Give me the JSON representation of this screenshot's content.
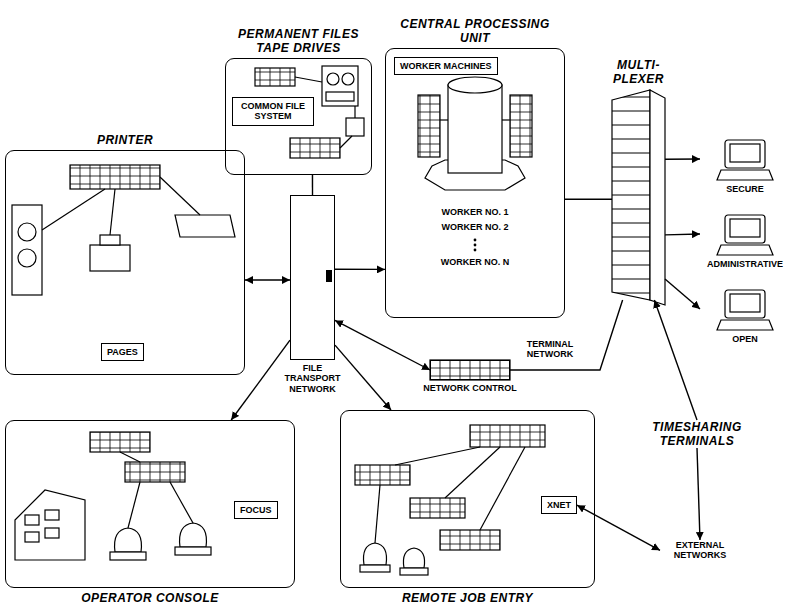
{
  "diagram": {
    "nodes": [
      {
        "text": [
          "PERMANENT FILES TAPE DRIVES"
        ]
      },
      {
        "text": [
          "COMMON FILE SYSTEM"
        ],
        "in": 0
      },
      {
        "text": [
          "CENTRAL PROCESSING UNIT",
          "WORKER NO. 1",
          "WORKER NO. 2",
          "WORKER NO. N"
        ]
      },
      {
        "text": [
          "WORKER MACHINES"
        ],
        "in": 2
      },
      {
        "text": [
          "MULTI- PLEXER"
        ]
      },
      {
        "text": [
          "SECURE"
        ]
      },
      {
        "text": [
          "ADMINISTRATIVE"
        ]
      },
      {
        "text": [
          "OPEN"
        ]
      },
      {
        "text": [
          "PRINTER"
        ]
      },
      {
        "text": [
          "PAGES"
        ],
        "in": 8
      },
      {
        "text": [
          "FILE TRANSPORT NETWORK"
        ]
      },
      {
        "text": [
          "NETWORK CONTROL"
        ]
      },
      {
        "text": [
          "OPERATOR CONSOLE"
        ]
      },
      {
        "text": [
          "FOCUS"
        ],
        "in": 12
      },
      {
        "text": [
          "REMOTE JOB ENTRY"
        ]
      },
      {
        "text": [
          "XNET"
        ],
        "in": 14
      },
      {
        "text": [
          "TIMESHARING TERMINALS"
        ]
      },
      {
        "text": [
          "EXTERNAL NETWORKS"
        ]
      }
    ],
    "edges": [
      {
        "from": 10,
        "to": 0,
        "arrow": "none"
      },
      {
        "from": 10,
        "to": 8,
        "arrow": "both"
      },
      {
        "from": 10,
        "to": 2,
        "arrow": "to"
      },
      {
        "from": 10,
        "to": 11,
        "arrow": "both"
      },
      {
        "from": 10,
        "to": 12,
        "arrow": "to"
      },
      {
        "from": 10,
        "to": 14,
        "arrow": "to"
      },
      {
        "from": 2,
        "to": 4,
        "arrow": "none"
      },
      {
        "from": 4,
        "to": 5,
        "arrow": "to"
      },
      {
        "from": 4,
        "to": 6,
        "arrow": "to"
      },
      {
        "from": 4,
        "to": 7,
        "arrow": "to"
      },
      {
        "from": 16,
        "to": 4,
        "arrow": "to"
      },
      {
        "from": 11,
        "to": 4,
        "label": "TERMINAL NETWORK",
        "arrow": "none"
      },
      {
        "from": 16,
        "to": 17,
        "arrow": "to"
      },
      {
        "from": 15,
        "to": 17,
        "arrow": "both"
      }
    ]
  }
}
